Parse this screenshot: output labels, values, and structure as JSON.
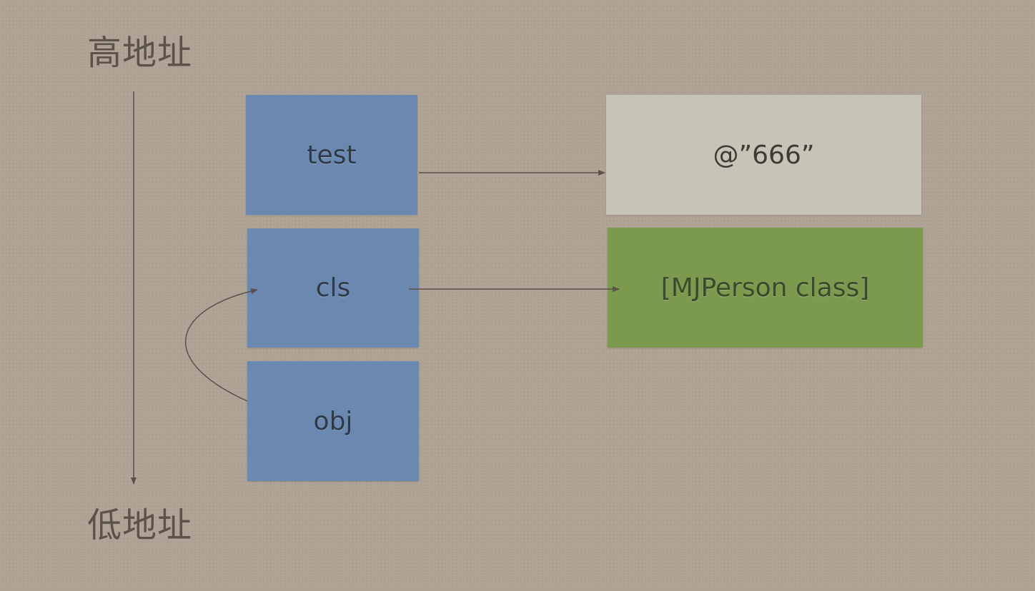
{
  "labels": {
    "high_address": "高地址",
    "low_address": "低地址"
  },
  "stack": {
    "test": "test",
    "cls": "cls",
    "obj": "obj"
  },
  "heap": {
    "string_value": "@”666”",
    "class_value": "[MJPerson class]"
  },
  "colors": {
    "background": "#ada293",
    "stack_box": "#6b88b1",
    "string_box": "#c8c3b7",
    "class_box": "#7b9a4e",
    "arrow": "#5a5148"
  }
}
